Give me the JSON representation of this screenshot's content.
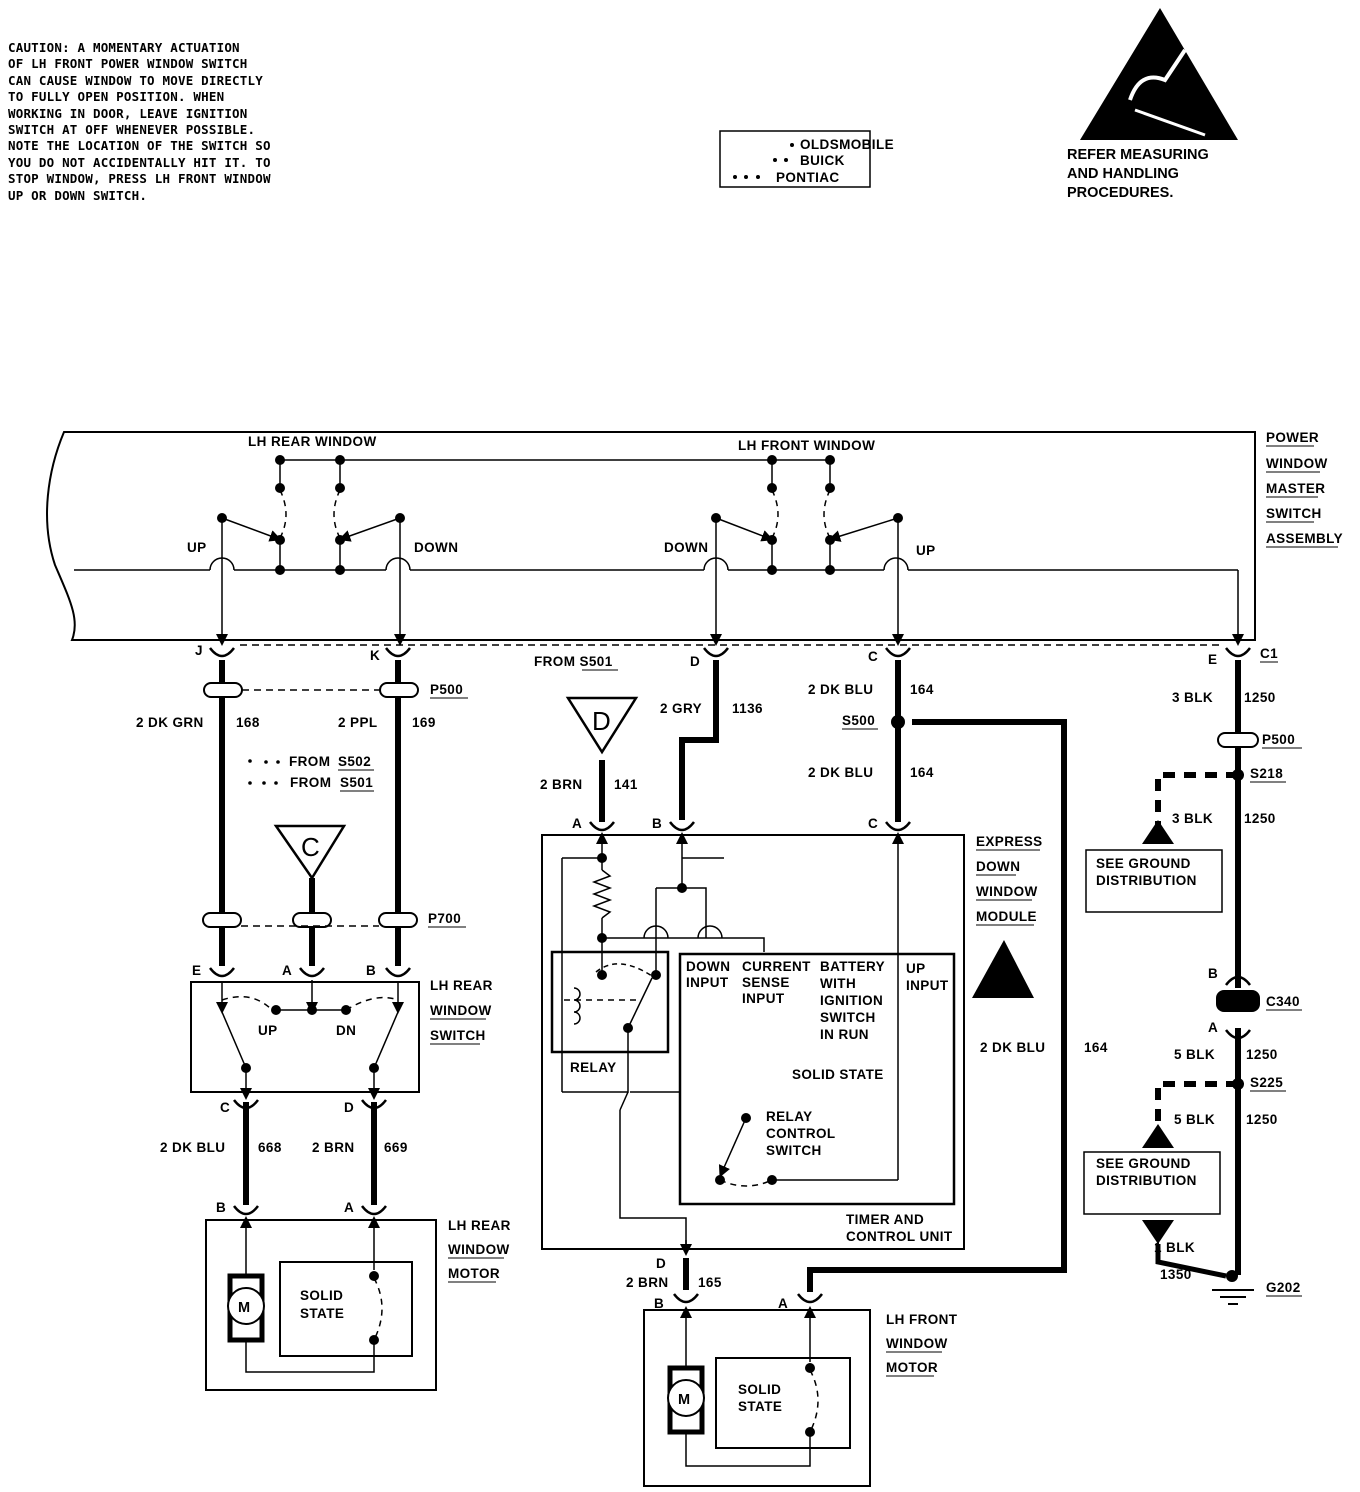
{
  "caution": {
    "lines": [
      "CAUTION: A MOMENTARY ACTUATION",
      "OF LH FRONT POWER WINDOW SWITCH",
      "CAN CAUSE WINDOW TO MOVE DIRECTLY",
      "TO FULLY OPEN POSITION. WHEN",
      "WORKING IN DOOR, LEAVE IGNITION",
      "SWITCH AT OFF WHENEVER POSSIBLE.",
      "NOTE THE LOCATION OF THE SWITCH SO",
      "YOU DO NOT ACCIDENTALLY HIT IT. TO",
      "STOP WINDOW, PRESS LH FRONT WINDOW",
      "UP OR DOWN SWITCH."
    ]
  },
  "legend": {
    "oldsmobile": "OLDSMOBILE",
    "buick": "BUICK",
    "pontiac": "PONTIAC"
  },
  "esd_note": {
    "line1": "REFER MEASURING",
    "line2": "AND HANDLING",
    "line3": "PROCEDURES."
  },
  "master_switch": {
    "title": [
      "POWER",
      "WINDOW",
      "MASTER",
      "SWITCH",
      "ASSEMBLY"
    ],
    "lh_rear_window": "LH REAR WINDOW",
    "lh_front_window": "LH FRONT WINDOW",
    "up": "UP",
    "down": "DOWN",
    "connector": "C1"
  },
  "pins": {
    "J": "J",
    "K": "K",
    "D": "D",
    "C": "C",
    "E": "E",
    "A": "A",
    "B": "B"
  },
  "wires": {
    "w168": {
      "gauge_color": "2 DK GRN",
      "circuit": "168"
    },
    "w169": {
      "gauge_color": "2 PPL",
      "circuit": "169"
    },
    "w1136": {
      "gauge_color": "2 GRY",
      "circuit": "1136"
    },
    "w141": {
      "gauge_color": "2 BRN",
      "circuit": "141"
    },
    "w164": {
      "gauge_color": "2 DK BLU",
      "circuit": "164"
    },
    "w1250_3": {
      "gauge_color": "3 BLK",
      "circuit": "1250"
    },
    "w1250_5": {
      "gauge_color": "5 BLK",
      "circuit": "1250"
    },
    "w668": {
      "gauge_color": "2 DK BLU",
      "circuit": "668"
    },
    "w669": {
      "gauge_color": "2 BRN",
      "circuit": "669"
    },
    "w165": {
      "gauge_color": "2 BRN",
      "circuit": "165"
    },
    "w1350": {
      "gauge_color": "1 BLK",
      "circuit": "1350"
    }
  },
  "connectors": {
    "p500": "P500",
    "p700": "P700",
    "c340": "C340",
    "s500": "S500",
    "s218": "S218",
    "s225": "S225",
    "g202": "G202"
  },
  "notes": {
    "from_s501": "FROM S501",
    "from_s502_a": "FROM",
    "from_s502_b": "S502",
    "from_s501_a": "FROM",
    "from_s501_b": "S501",
    "see_ground_1": "SEE GROUND",
    "see_ground_2": "DISTRIBUTION"
  },
  "references": {
    "c": "C",
    "d": "D"
  },
  "lh_rear_switch": {
    "title": [
      "LH REAR",
      "WINDOW",
      "SWITCH"
    ],
    "up": "UP",
    "dn": "DN"
  },
  "lh_rear_motor": {
    "title": [
      "LH REAR",
      "WINDOW",
      "MOTOR"
    ],
    "m": "M",
    "solid_state_1": "SOLID",
    "solid_state_2": "STATE"
  },
  "lh_front_motor": {
    "title": [
      "LH FRONT",
      "WINDOW",
      "MOTOR"
    ],
    "m": "M",
    "solid_state_1": "SOLID",
    "solid_state_2": "STATE"
  },
  "express_module": {
    "title": [
      "EXPRESS",
      "DOWN",
      "WINDOW",
      "MODULE"
    ],
    "relay": "RELAY",
    "down_input": [
      "DOWN",
      "INPUT"
    ],
    "current_sense": [
      "CURRENT",
      "SENSE",
      "INPUT"
    ],
    "battery": [
      "BATTERY",
      "WITH",
      "IGNITION",
      "SWITCH",
      "IN RUN"
    ],
    "up_input": [
      "UP",
      "INPUT"
    ],
    "solid_state": "SOLID STATE",
    "relay_control": [
      "RELAY",
      "CONTROL",
      "SWITCH"
    ],
    "timer": [
      "TIMER AND",
      "CONTROL UNIT"
    ]
  }
}
